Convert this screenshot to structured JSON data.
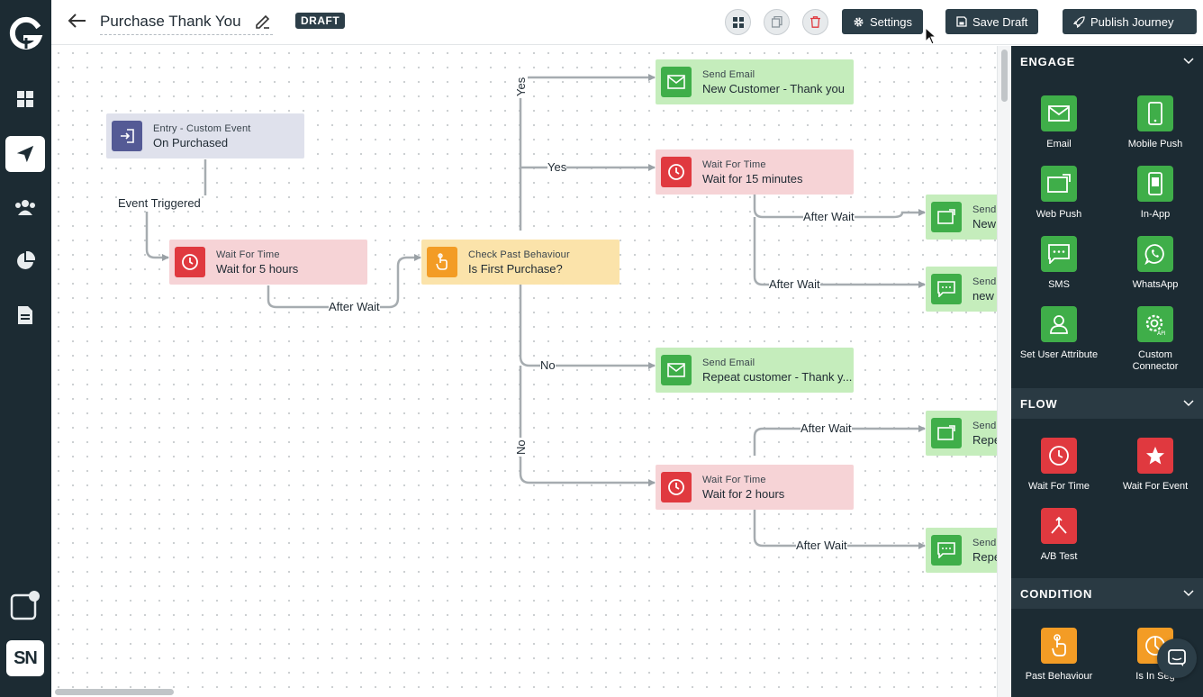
{
  "header": {
    "title": "Purchase Thank You",
    "status_badge": "DRAFT",
    "settings_label": "Settings",
    "save_label": "Save Draft",
    "publish_label": "Publish Journey"
  },
  "rail": {
    "logo": "G",
    "items": [
      "dashboard-icon",
      "journeys-icon",
      "users-icon",
      "analytics-icon",
      "reports-icon"
    ],
    "avatar": "SN"
  },
  "canvas": {
    "nodes": {
      "entry": {
        "category": "Entry - Custom Event",
        "name": "On Purchased"
      },
      "wait5h": {
        "category": "Wait For Time",
        "name": "Wait for 5 hours"
      },
      "check": {
        "category": "Check Past Behaviour",
        "name": "Is First Purchase?"
      },
      "email_new": {
        "category": "Send Email",
        "name": "New Customer - Thank you"
      },
      "wait15": {
        "category": "Wait For Time",
        "name": "Wait for 15 minutes"
      },
      "email_repeat": {
        "category": "Send Email",
        "name": "Repeat customer - Thank y..."
      },
      "wait2h": {
        "category": "Wait For Time",
        "name": "Wait for 2 hours"
      },
      "send_a": {
        "category": "Send V",
        "name": "New C"
      },
      "send_b": {
        "category": "Send S",
        "name": "new C"
      },
      "send_c": {
        "category": "Send W",
        "name": "Repea"
      },
      "send_d": {
        "category": "Send S",
        "name": "Repea"
      }
    },
    "edge_labels": {
      "event_triggered": "Event Triggered",
      "after_wait_1": "After Wait",
      "yes_1": "Yes",
      "yes_2": "Yes",
      "no_1": "No",
      "no_2": "No",
      "after_wait_2": "After Wait",
      "after_wait_3": "After Wait",
      "after_wait_4": "After Wait",
      "after_wait_5": "After Wait"
    }
  },
  "panel": {
    "engage": {
      "title": "ENGAGE",
      "items": [
        {
          "label": "Email",
          "icon": "email-icon"
        },
        {
          "label": "Mobile Push",
          "icon": "mobile-push-icon"
        },
        {
          "label": "Web Push",
          "icon": "web-push-icon"
        },
        {
          "label": "In-App",
          "icon": "in-app-icon"
        },
        {
          "label": "SMS",
          "icon": "sms-icon"
        },
        {
          "label": "WhatsApp",
          "icon": "whatsapp-icon"
        },
        {
          "label": "Set User Attribute",
          "icon": "user-attribute-icon"
        },
        {
          "label": "Custom Connector",
          "icon": "api-connector-icon"
        }
      ]
    },
    "flow": {
      "title": "FLOW",
      "items": [
        {
          "label": "Wait For Time",
          "icon": "clock-icon"
        },
        {
          "label": "Wait For Event",
          "icon": "star-icon"
        },
        {
          "label": "A/B Test",
          "icon": "split-icon"
        }
      ]
    },
    "condition": {
      "title": "CONDITION",
      "items": [
        {
          "label": "Past Behaviour",
          "icon": "hand-pointer-icon"
        },
        {
          "label": "Is In Seg",
          "icon": "segment-icon"
        }
      ]
    }
  },
  "colors": {
    "sidebar": "#1c2b33",
    "button": "#2c3e48",
    "engage_green": "#3fae49",
    "flow_red": "#e0393f",
    "condition_orange": "#f39c25",
    "entry_purple": "#545a95"
  }
}
